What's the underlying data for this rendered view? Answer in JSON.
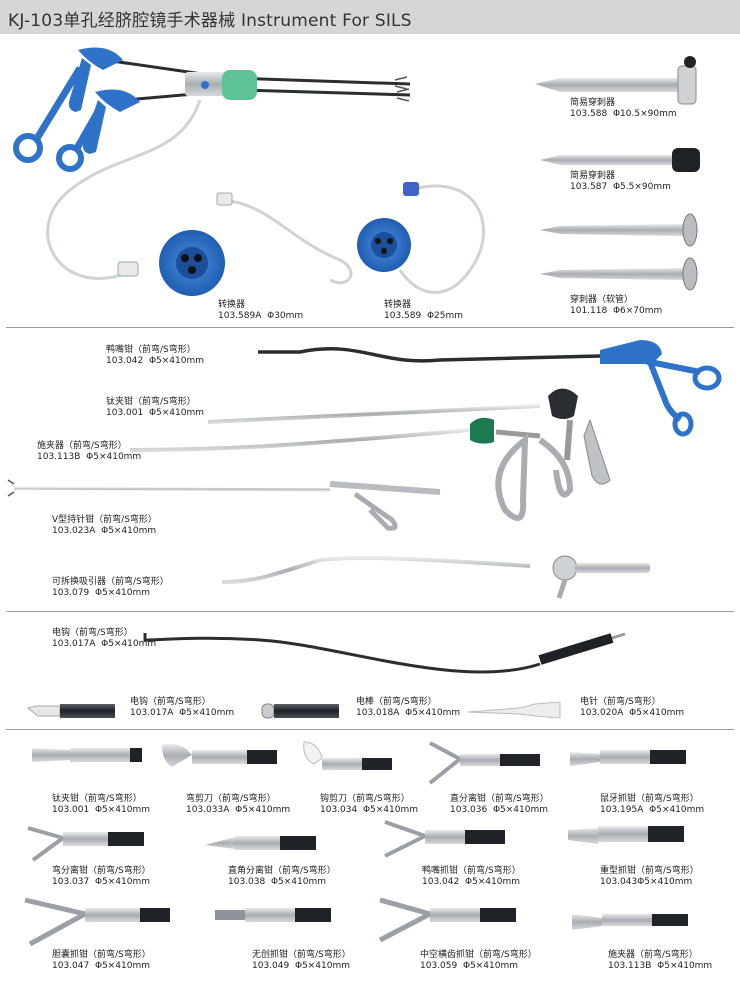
{
  "header": {
    "title": "KJ-103单孔经脐腔镜手术器械 Instrument For SILS"
  },
  "section1": {
    "converter_30": {
      "name": "转换器",
      "code": "103.589A",
      "size": "Φ30mm"
    },
    "converter_25": {
      "name": "转换器",
      "code": "103.589",
      "size": "Φ25mm"
    },
    "trocar_1": {
      "name": "简易穿刺器",
      "code": "103.588",
      "size": "Φ10.5×90mm"
    },
    "trocar_2": {
      "name": "简易穿刺器",
      "code": "103.587",
      "size": "Φ5.5×90mm"
    },
    "trocar_soft": {
      "name": "穿刺器（软管）",
      "code": "101.118",
      "size": "Φ6×70mm"
    }
  },
  "section2": {
    "items": [
      {
        "name": "鸭嘴钳（前弯/S弯形）",
        "code": "103.042",
        "size": "Φ5×410mm"
      },
      {
        "name": "钛夹钳（前弯/S弯形）",
        "code": "103.001",
        "size": "Φ5×410mm"
      },
      {
        "name": "施夹器（前弯/S弯形）",
        "code": "103.113B",
        "size": "Φ5×410mm"
      },
      {
        "name": "V型持针钳（前弯/S弯形）",
        "code": "103.023A",
        "size": "Φ5×410mm"
      },
      {
        "name": "可拆换吸引器（前弯/S弯形）",
        "code": "103.079",
        "size": "Φ5×410mm"
      }
    ]
  },
  "section3": {
    "hook_main": {
      "name": "电钩（前弯/S弯形）",
      "code": "103.017A",
      "size": "Φ5×410mm"
    },
    "tips": [
      {
        "name": "电钩（前弯/S弯形）",
        "code": "103.017A",
        "size": "Φ5×410mm"
      },
      {
        "name": "电棒（前弯/S弯形）",
        "code": "103.018A",
        "size": "Φ5×410mm"
      },
      {
        "name": "电针（前弯/S弯形）",
        "code": "103.020A",
        "size": "Φ5×410mm"
      }
    ]
  },
  "section4": {
    "items": [
      {
        "name": "钛夹钳（前弯/S弯形）",
        "code": "103.001",
        "size": "Φ5×410mm"
      },
      {
        "name": "弯剪刀（前弯/S弯形）",
        "code": "103.033A",
        "size": "Φ5×410mm"
      },
      {
        "name": "钩剪刀（前弯/S弯形）",
        "code": "103.034",
        "size": "Φ5×410mm"
      },
      {
        "name": "直分离钳（前弯/S弯形）",
        "code": "103.036",
        "size": "Φ5×410mm"
      },
      {
        "name": "鼠牙抓钳（前弯/S弯形）",
        "code": "103.195A",
        "size": "Φ5×410mm"
      },
      {
        "name": "弯分离钳（前弯/S弯形）",
        "code": "103.037",
        "size": "Φ5×410mm"
      },
      {
        "name": "直角分离钳（前弯/S弯形）",
        "code": "103.038",
        "size": "Φ5×410mm"
      },
      {
        "name": "鸭嘴抓钳（前弯/S弯形）",
        "code": "103.042",
        "size": "Φ5×410mm"
      },
      {
        "name": "重型抓钳（前弯/S弯形）",
        "code": "103.043",
        "size": "Φ5×410mm"
      },
      {
        "name": "胆囊抓钳（前弯/S弯形）",
        "code": "103.047",
        "size": "Φ5×410mm"
      },
      {
        "name": "无创抓钳（前弯/S弯形）",
        "code": "103.049",
        "size": "Φ5×410mm"
      },
      {
        "name": "中空横齿抓钳（前弯/S弯形）",
        "code": "103.059",
        "size": "Φ5×410mm"
      },
      {
        "name": "施夹器（前弯/S弯形）",
        "code": "103.113B",
        "size": "Φ5×410mm"
      }
    ]
  },
  "colors": {
    "blue": "#2f73c9",
    "green": "#5fc39a",
    "steel": "#b8bcc0",
    "dark": "#333a40",
    "header": "#d6d6d6"
  }
}
